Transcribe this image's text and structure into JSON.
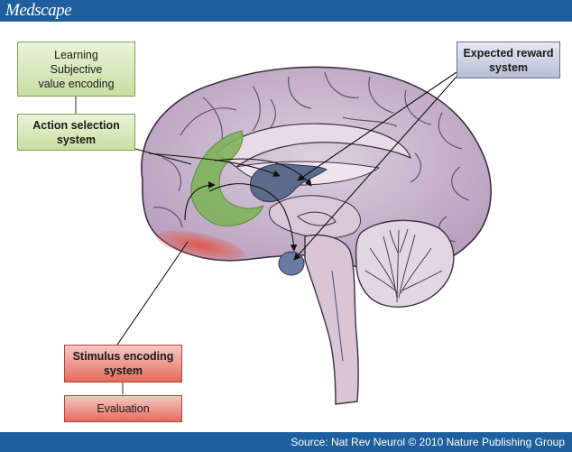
{
  "header": {
    "brand": "Medscape"
  },
  "footer": {
    "source": "Source: Nat Rev Neurol © 2010 Nature Publishing Group"
  },
  "labels": {
    "learning": "Learning\nSubjective\nvalue encoding",
    "action": "Action selection\nsystem",
    "expected": "Expected reward\nsystem",
    "stimulus": "Stimulus encoding\nsystem",
    "evaluation": "Evaluation"
  },
  "colors": {
    "brand_bar": "#1f5f9e",
    "brain": "#c9b4cc",
    "action_region": "#7fb35c",
    "expected_region": "#5c6b8c",
    "stimulus_region": "#e0584c"
  }
}
